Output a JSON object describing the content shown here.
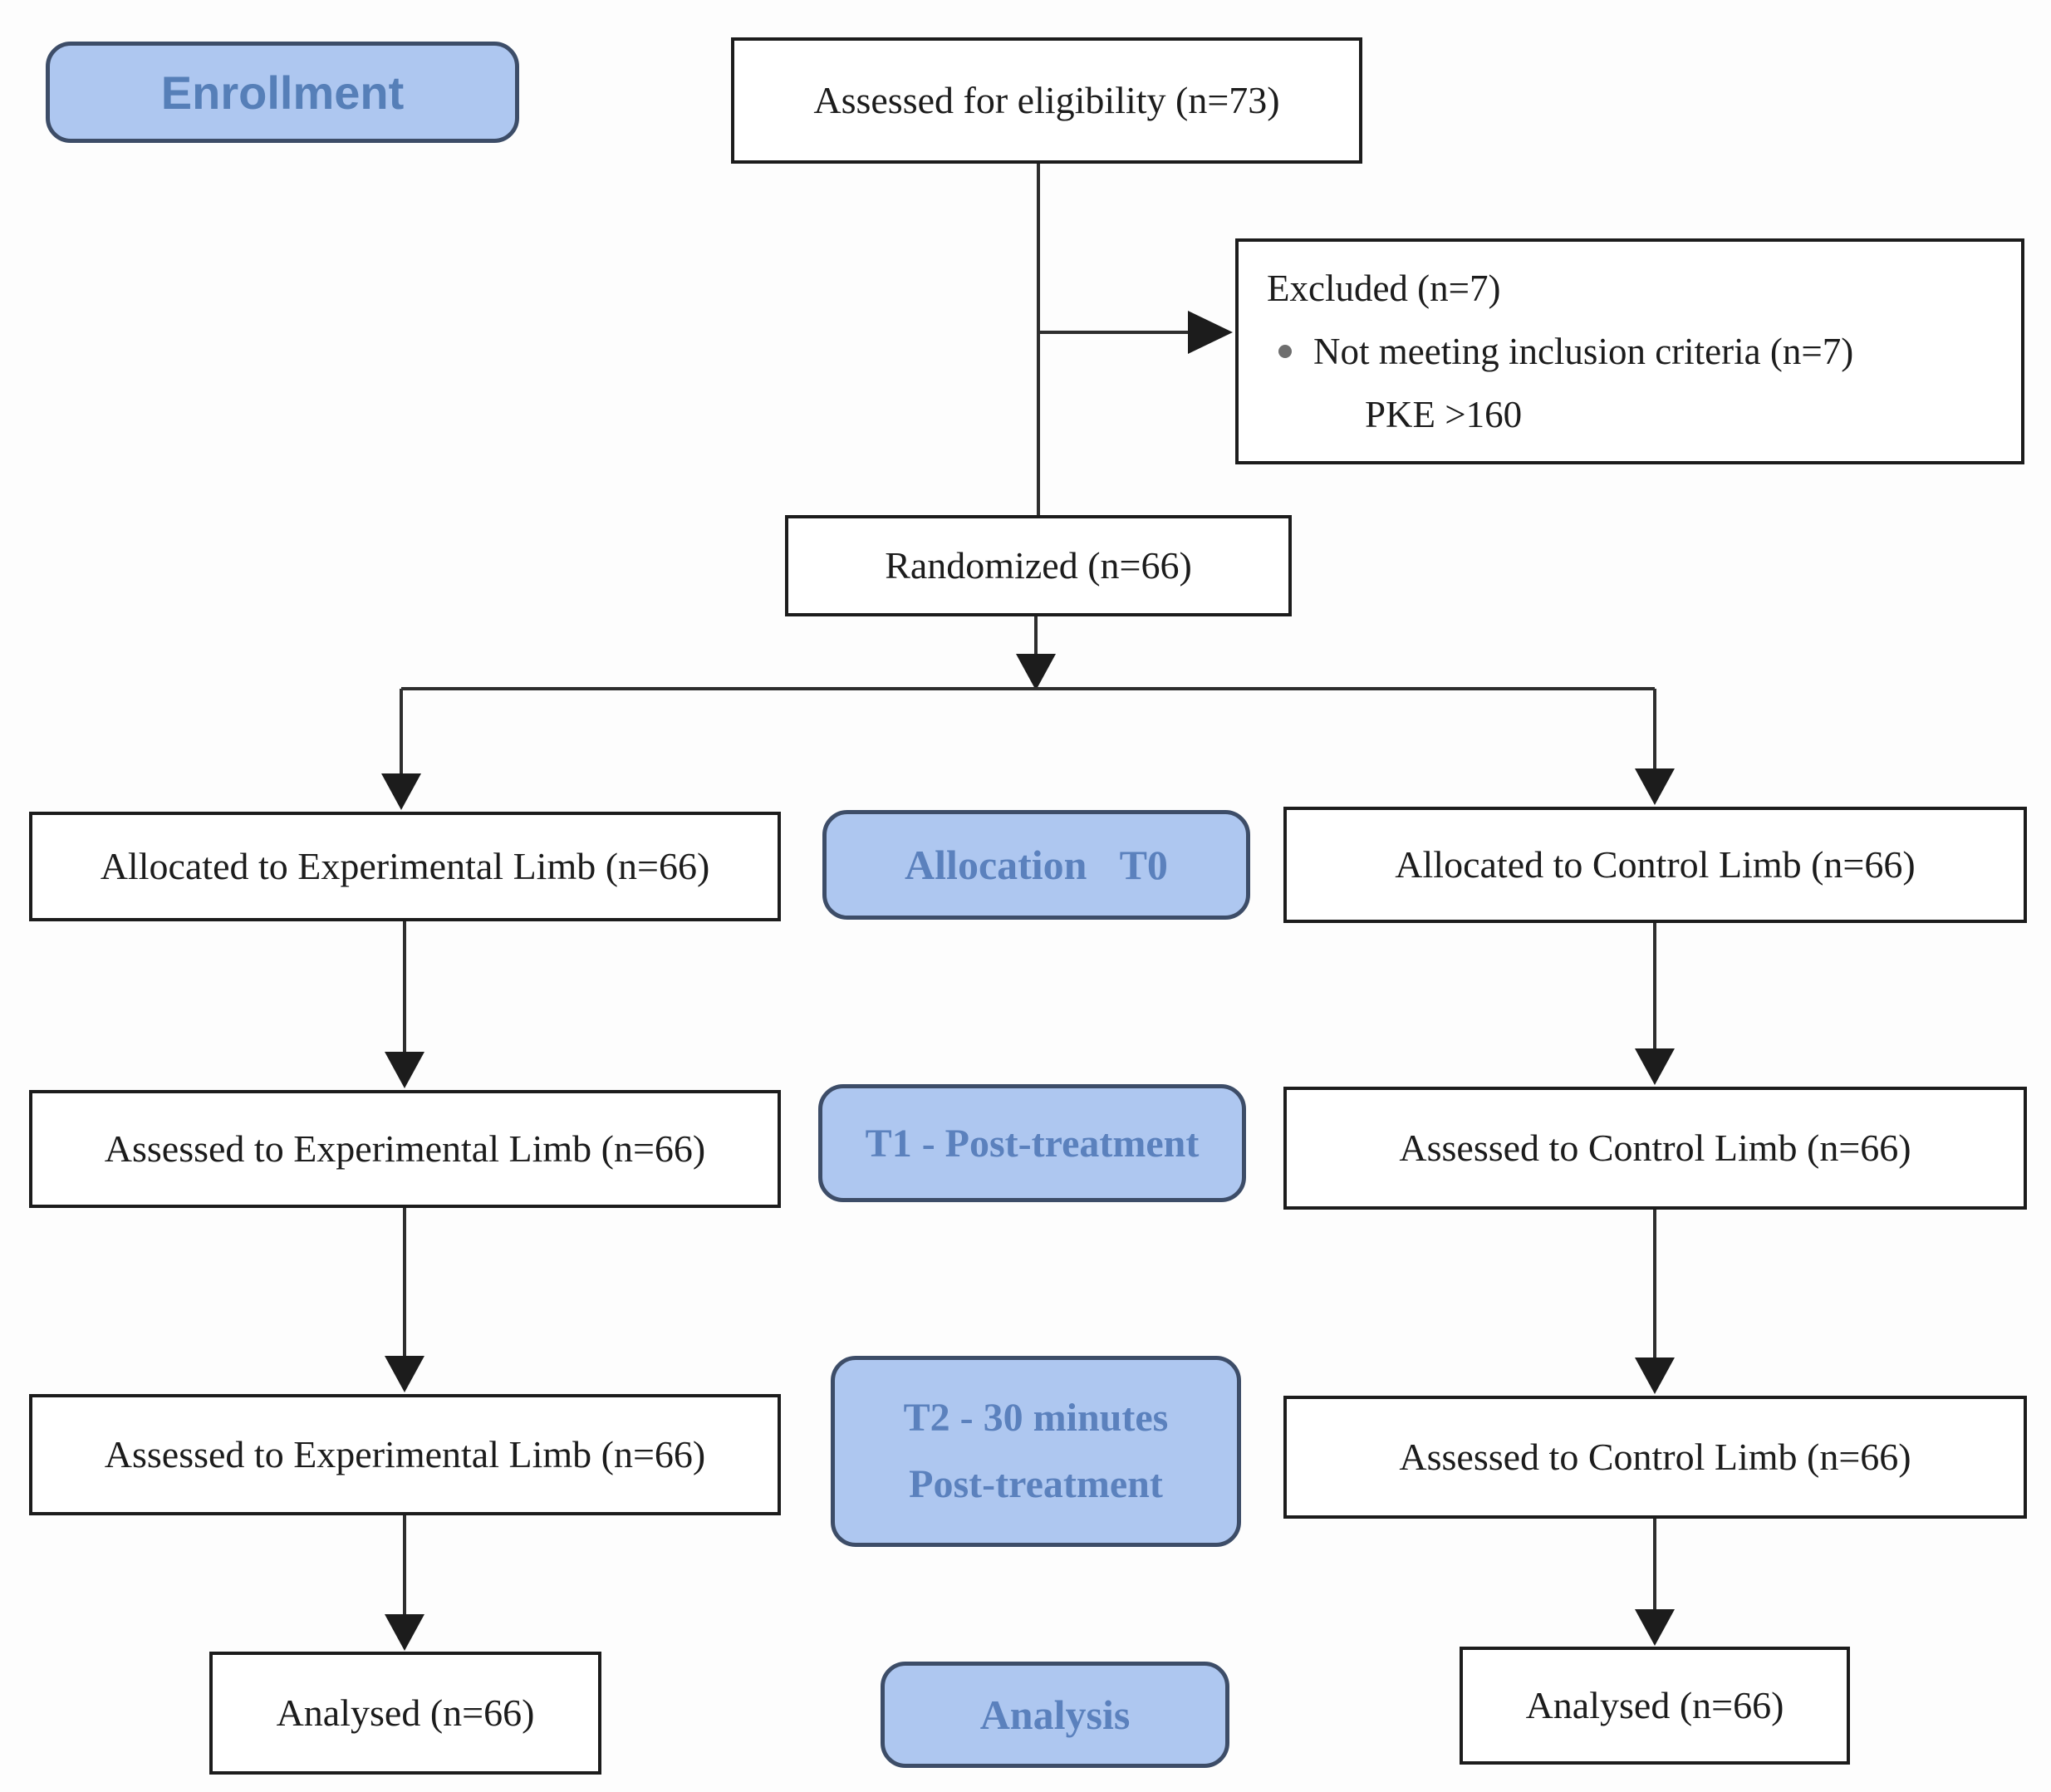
{
  "diagram": {
    "title_semantic": "CONSORT participant flow diagram",
    "stages": {
      "enrollment_label": "Enrollment",
      "allocation_label": "Allocation T0",
      "t1_label": "T1 - Post-treatment",
      "t2_label_line1": "T2 - 30 minutes",
      "t2_label_line2": "Post-treatment",
      "analysis_label": "Analysis"
    },
    "boxes": {
      "assessed_eligibility": "Assessed for eligibility (n=73)",
      "excluded_title": "Excluded (n=7)",
      "excluded_bullet_item": "Not meeting inclusion criteria (n=7)",
      "excluded_detail": "PKE >160",
      "randomized": "Randomized (n=66)",
      "allocated_experimental": "Allocated to Experimental Limb (n=66)",
      "allocated_control": "Allocated to Control Limb (n=66)",
      "assessed_experimental_t1": "Assessed to Experimental Limb (n=66)",
      "assessed_control_t1": "Assessed to Control Limb (n=66)",
      "assessed_experimental_t2": "Assessed to Experimental Limb (n=66)",
      "assessed_control_t2": "Assessed to Control Limb (n=66)",
      "analysed_experimental": "Analysed (n=66)",
      "analysed_control": "Analysed (n=66)"
    },
    "counts": {
      "assessed": 73,
      "excluded": 7,
      "not_meeting_inclusion": 7,
      "randomized": 66,
      "allocated_each_limb": 66,
      "analysed_each_limb": 66
    },
    "colors": {
      "badge_fill": "#aec7f0",
      "badge_border": "#3d4d68",
      "badge_text": "#5b81bd",
      "box_fill": "#ffffff",
      "box_border": "#1c1c1c",
      "connector": "#2e2e2e",
      "background": "#fdfdfd"
    }
  }
}
